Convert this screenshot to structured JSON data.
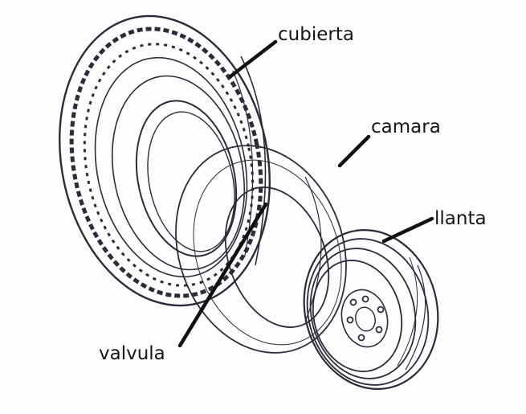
{
  "labels": {
    "cubierta": "cubierta",
    "camara": "camara",
    "llanta": "llanta",
    "valvula": "valvula"
  },
  "colors": {
    "ink": "#2e2a3a",
    "pointer": "#111111",
    "label_text": "#161616",
    "background": "#fdfdfd"
  }
}
